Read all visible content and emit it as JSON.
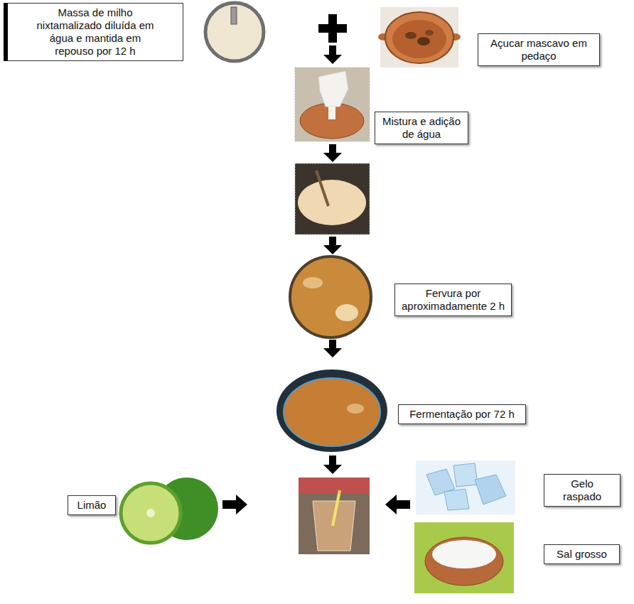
{
  "diagram": {
    "nodes": [
      {
        "text": [
          "Massa de milho nixtamalizado diluída em água e mantida em repouso por 12 h"
        ]
      },
      {
        "text": [
          "Açucar mascavo em pedaço"
        ]
      },
      {
        "text": [
          "Mistura e adição de água"
        ]
      },
      {
        "text": [
          "Fervura por aproximadamente 2 h"
        ]
      },
      {
        "text": [
          "Fermentação por 72 h"
        ]
      },
      {
        "text": [
          "Limão"
        ]
      },
      {
        "text": [
          "Gelo raspado"
        ]
      },
      {
        "text": [
          "Sal grosso"
        ]
      }
    ]
  }
}
